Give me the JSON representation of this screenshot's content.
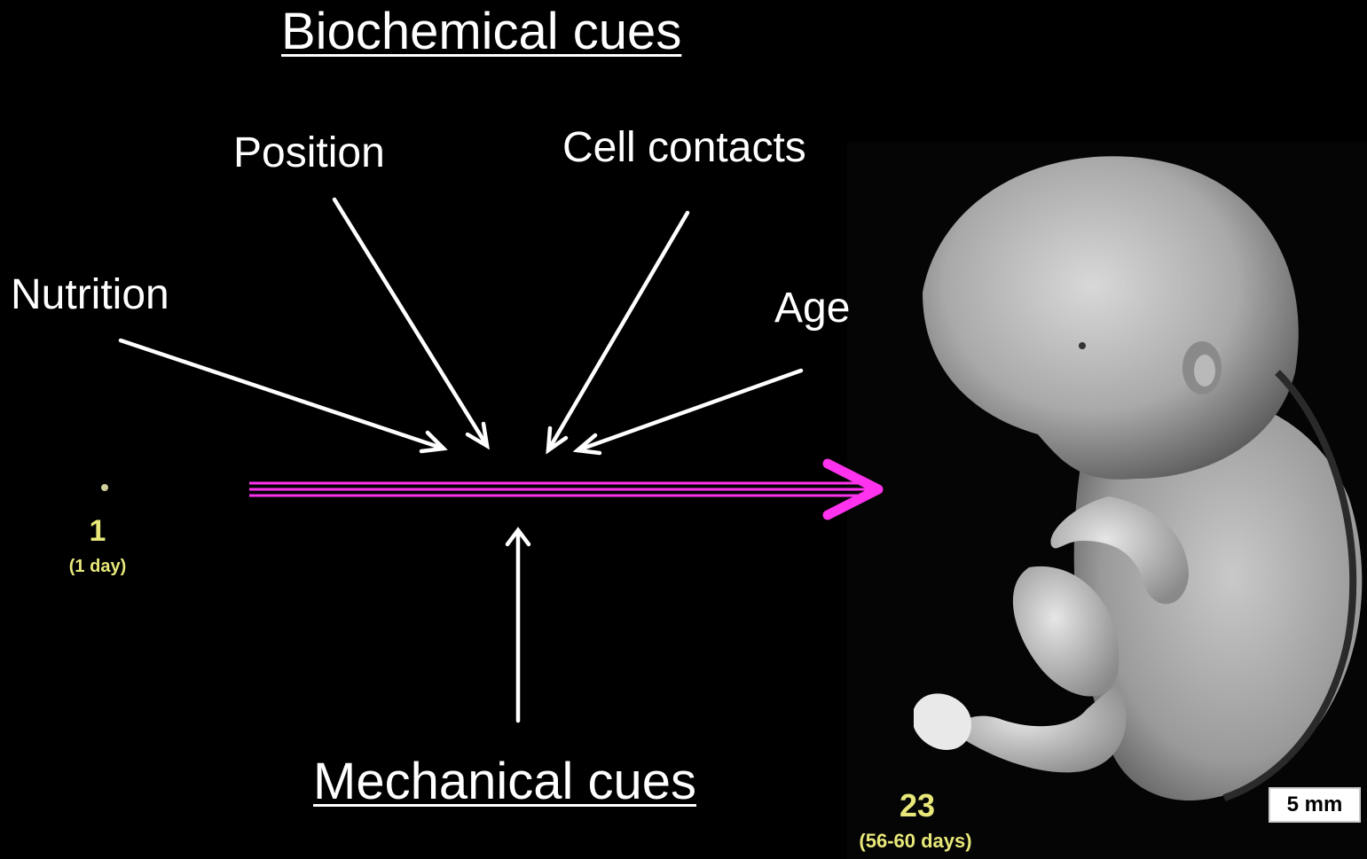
{
  "titles": {
    "biochemical": "Biochemical cues",
    "mechanical": "Mechanical cues"
  },
  "cues": {
    "position": "Position",
    "cell_contacts": "Cell contacts",
    "nutrition": "Nutrition",
    "age": "Age"
  },
  "stages": {
    "early_number": "1",
    "early_label": "(1 day)",
    "late_number": "23",
    "late_label": "(56-60 days)"
  },
  "scale_bar": "5 mm",
  "colors": {
    "background": "#000000",
    "text": "#ffffff",
    "development_arrow": "#ff33ee",
    "stage_label": "#e8e87a"
  }
}
